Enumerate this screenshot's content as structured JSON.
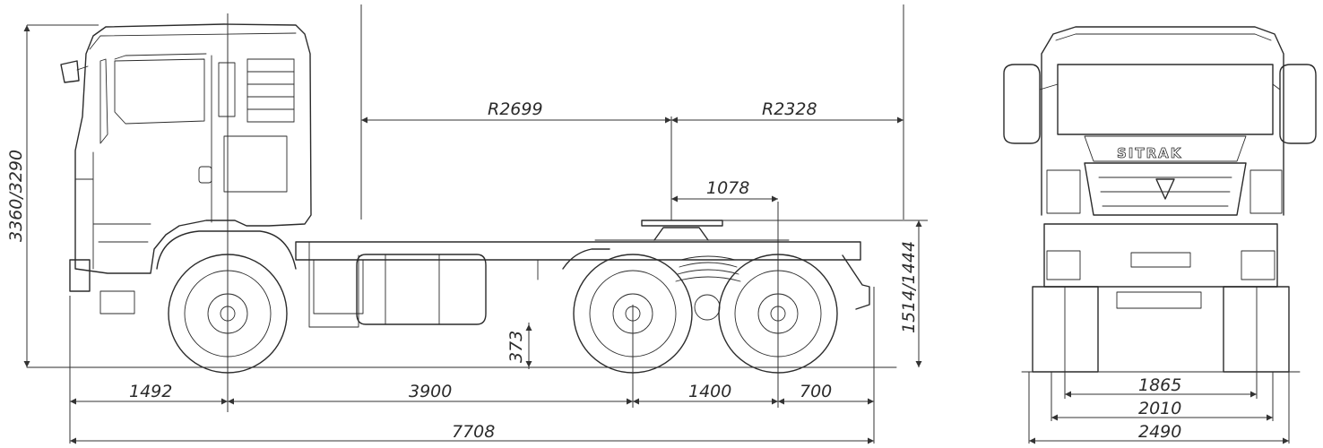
{
  "drawing": {
    "brand": "SITRAK",
    "side_view": {
      "height_total": "3360/3290",
      "turning_radius_front": "R2699",
      "turning_radius_rear": "R2328",
      "fifth_wheel_offset": "1078",
      "fifth_wheel_height": "1514/1444",
      "ground_clearance": "373",
      "front_overhang": "1492",
      "wheelbase_front": "3900",
      "wheelbase_rear": "1400",
      "rear_overhang": "700",
      "overall_length": "7708"
    },
    "front_view": {
      "track_inner": "1865",
      "track_outer": "2010",
      "overall_width": "2490"
    }
  }
}
